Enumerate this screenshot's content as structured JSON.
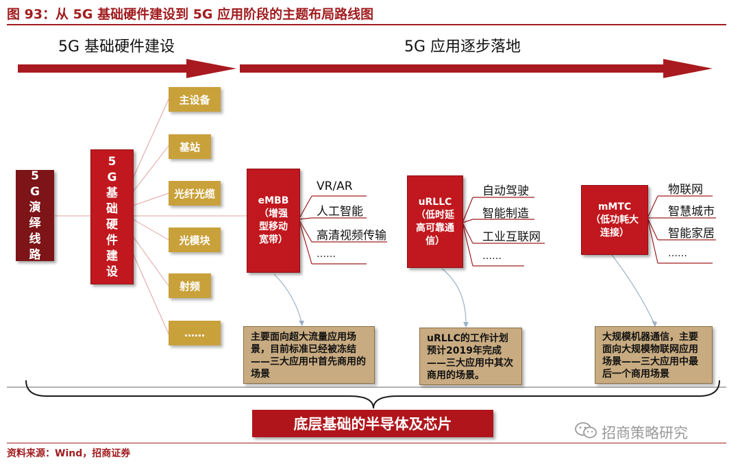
{
  "figure": {
    "title": "图 93：从 5G 基础硬件建设到 5G 应用阶段的主题布局路线图",
    "source": "资料来源：Wind，招商证券",
    "watermark": "招商策略研究"
  },
  "phases": [
    "5G 基础硬件建设",
    "5G 应用逐步落地"
  ],
  "route_box": "5G演绎线路",
  "hardware_box": "5G基础硬件建设",
  "hardware_items": [
    "主设备",
    "基站",
    "光纤光缆",
    "光模块",
    "射频",
    "……"
  ],
  "applications": [
    {
      "label": "eMBB（增强型移动宽带）",
      "items": [
        "VR/AR",
        "人工智能",
        "高清视频传输",
        "……"
      ],
      "note": "主要面向超大流量应用场景，目前标准已经被冻结——三大应用中首先商用的场景"
    },
    {
      "label": "uRLLC（低时延高可靠通信）",
      "items": [
        "自动驾驶",
        "智能制造",
        "工业互联网",
        "……"
      ],
      "note": "uRLLC的工作计划预计2019年完成——三大应用中其次商用的场景。"
    },
    {
      "label": "mMTC（低功耗大连接）",
      "items": [
        "物联网",
        "智慧城市",
        "智能家居",
        "……"
      ],
      "note": "大规模机器通信，主要面向大规模物联网应用场景——三大应用中最后一个商用场景"
    }
  ],
  "foundation": "底层基础的半导体及芯片",
  "colors": {
    "brand_red": "#c0181e",
    "dark_red": "#7c1418",
    "gold": "#c9a13a",
    "tan": "#c8ab81"
  }
}
